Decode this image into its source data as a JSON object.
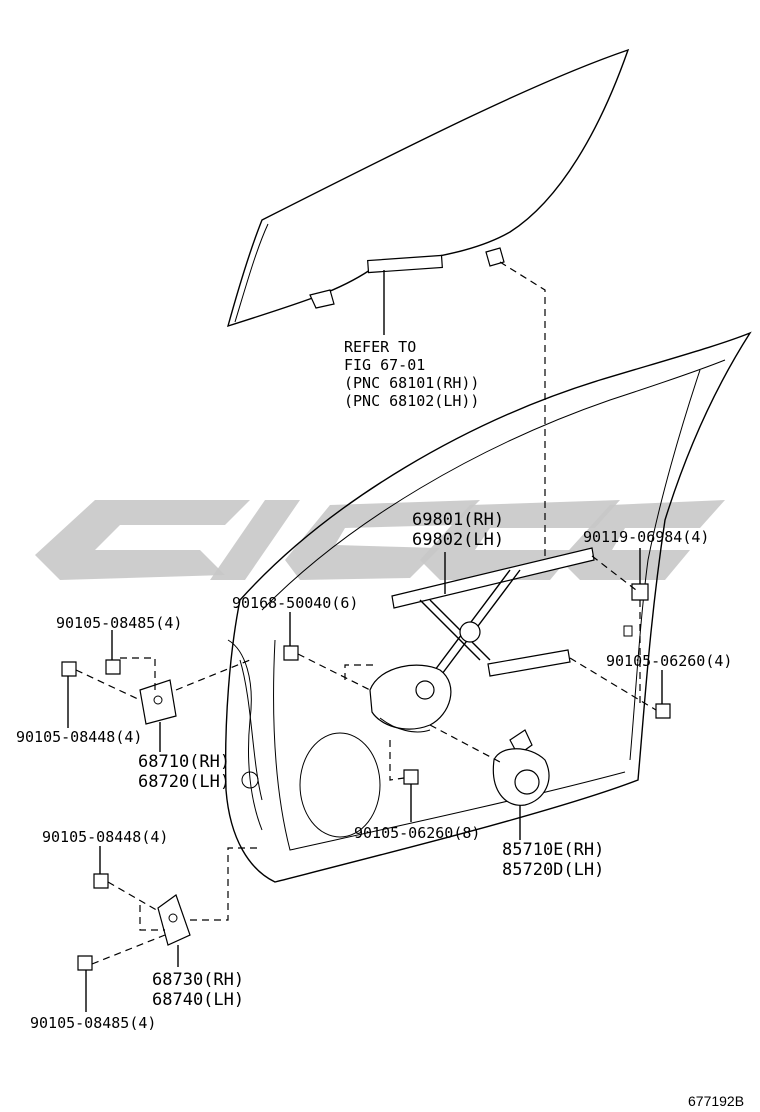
{
  "refer_note": [
    "REFER TO",
    "FIG 67-01",
    "(PNC 68101(RH))",
    "(PNC 68102(LH))"
  ],
  "labels": {
    "regulator": [
      "69801(RH)",
      "69802(LH)"
    ],
    "bolt_90119": "90119-06984(4)",
    "bolt_90168": "90168-50040(6)",
    "bolt_90105_08485_top": "90105-08485(4)",
    "bolt_90105_06260_right": "90105-06260(4)",
    "bolt_90105_08448_top": "90105-08448(4)",
    "hinge_upper": [
      "68710(RH)",
      "68720(LH)"
    ],
    "bolt_90105_06260_mid": "90105-06260(8)",
    "motor": [
      "85710E(RH)",
      "85720D(LH)"
    ],
    "bolt_90105_08448_bottom": "90105-08448(4)",
    "hinge_lower": [
      "68730(RH)",
      "68740(LH)"
    ],
    "bolt_90105_08485_bottom": "90105-08485(4)",
    "figure_code": "677192B"
  },
  "icons": {
    "bolt": "bolt-icon",
    "watermark": "watermark-logo"
  },
  "colors": {
    "line": "#000000",
    "watermark": "#c8c8c8",
    "background": "#ffffff"
  }
}
